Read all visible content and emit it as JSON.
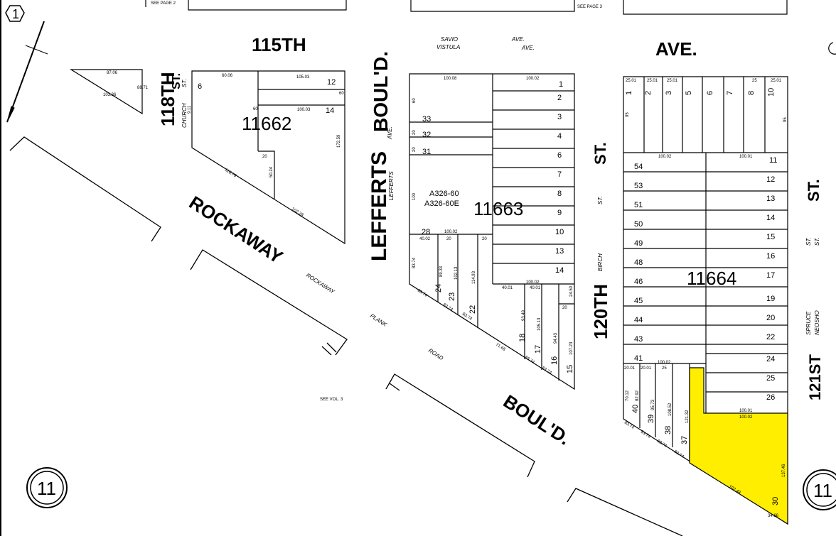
{
  "top_notes": {
    "see_page_2": "SEE PAGE 2",
    "see_page_3": "SEE PAGE 3",
    "see_vol": "SEE VOL. 3"
  },
  "circled": {
    "top_left": "1",
    "bottom_left": "11",
    "bottom_right": "11"
  },
  "streets": {
    "ave_115_a": "115TH",
    "ave_115_b": "AVE.",
    "savio": "SAVIO",
    "vistula": "VISTULA",
    "ave_s1": "AVE.",
    "ave_s2": "AVE.",
    "st118": "118TH",
    "st118_st": "ST.",
    "church": "CHURCH",
    "church_st": "ST.",
    "lefferts_1": "LEFFERTS",
    "lefferts_2": "BOUL'D.",
    "lefferts_s": "LEFFERTS",
    "lefferts_s_ave": "AVE.",
    "rockaway": "ROCKAWAY",
    "rockaway_s": "ROCKAWAY",
    "plank": "PLANK",
    "road": "ROAD",
    "bould": "BOUL'D.",
    "st120": "120TH",
    "st120_st": "ST.",
    "birch": "BIRCH",
    "birch_st": "ST.",
    "st121": "121ST",
    "st121_st": "ST.",
    "spruce": "SPRUCE",
    "neosho": "NEOSHO",
    "st_s1": "ST.",
    "st_s2": "ST."
  },
  "blocks": {
    "b11662": "11662",
    "b11663": "11663",
    "b11664": "11664"
  },
  "block_11662_lots": [
    "6",
    "12",
    "14"
  ],
  "block_11662_dims": [
    "60.06",
    "105.03",
    "60",
    "100.03",
    "60",
    "20",
    "118.79",
    "102.28",
    "172.59",
    "9.11",
    "50.24"
  ],
  "block_11663_left_lots": [
    "33",
    "32",
    "31",
    "28",
    "24",
    "23",
    "22"
  ],
  "block_11663_right_lots": [
    "1",
    "2",
    "3",
    "4",
    "6",
    "7",
    "8",
    "9",
    "10",
    "13",
    "14",
    "18",
    "17",
    "16",
    "15"
  ],
  "block_11663_dims": [
    "100.08",
    "100.02",
    "100.02",
    "40.02",
    "20",
    "20",
    "40.01",
    "100.02",
    "40.01",
    "20",
    "100",
    "20",
    "20",
    "60",
    "83.74",
    "89.33",
    "102.13",
    "114.93",
    "83.74",
    "83.74",
    "71.68",
    "93.49",
    "105.13",
    "94.43",
    "107.23",
    "24.50",
    "83.74",
    "83.74",
    "83.74"
  ],
  "block_11663_note": [
    "A326-60",
    "A326-60E"
  ],
  "block_11664_top_lots": [
    "1",
    "2",
    "3",
    "5",
    "6",
    "7",
    "8",
    "10"
  ],
  "block_11664_top_dims": [
    "25.01",
    "25.01",
    "25.01",
    "25",
    "25.01",
    "95",
    "95"
  ],
  "block_11664_left_lots": [
    "54",
    "53",
    "51",
    "50",
    "49",
    "48",
    "46",
    "45",
    "44",
    "43",
    "41"
  ],
  "block_11664_right_lots": [
    "11",
    "12",
    "13",
    "14",
    "15",
    "16",
    "17",
    "19",
    "20",
    "22",
    "24",
    "25",
    "26"
  ],
  "block_11664_bottom_lots": [
    "40",
    "39",
    "38",
    "37"
  ],
  "block_11664_dims": [
    "100.02",
    "100.01",
    "100.02",
    "100.01",
    "100.02",
    "20.01",
    "20.01",
    "25",
    "70.12",
    "82.92",
    "95.73",
    "108.52",
    "121.32",
    "83.74",
    "83.74",
    "83.74",
    "83.74",
    "102.48",
    "137.46",
    "34.66"
  ],
  "highlight": {
    "lot": "30",
    "color": "#ffee00"
  }
}
